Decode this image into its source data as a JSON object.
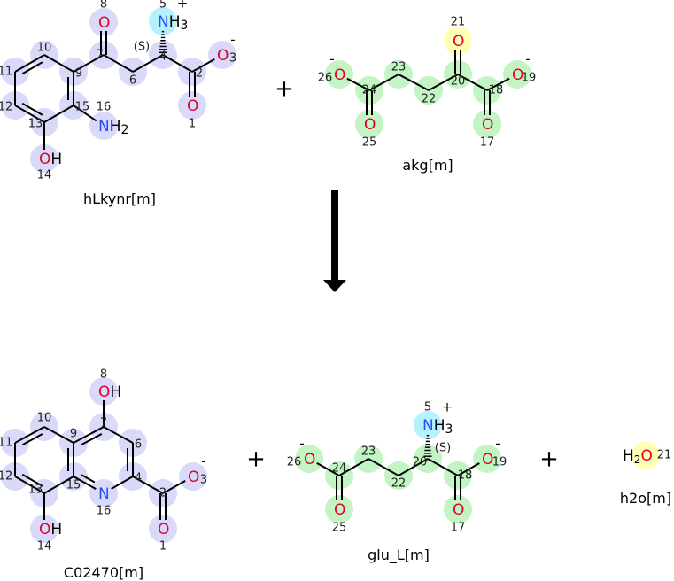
{
  "reaction": {
    "plus_sign": "+",
    "colors": {
      "carbon_highlight": "#d2d2f8",
      "acid_highlight": "#b8f2b8",
      "nitrogen_highlight": "#a8f0ff",
      "oxygen_highlight": "#ffffa8",
      "oxygen": "#e0002a",
      "nitrogen": "#2050ff"
    },
    "reactants": [
      {
        "name": "hLkynr[m]",
        "atoms": [
          {
            "n": "1",
            "el": "O"
          },
          {
            "n": "2",
            "el": ""
          },
          {
            "n": "3",
            "el": "O",
            "charge": "-"
          },
          {
            "n": "4",
            "el": "",
            "stereo": "(S)"
          },
          {
            "n": "5",
            "el": "N",
            "h": "H",
            "hc": "3",
            "charge": "+"
          },
          {
            "n": "6",
            "el": ""
          },
          {
            "n": "7",
            "el": ""
          },
          {
            "n": "8",
            "el": "O"
          },
          {
            "n": "9",
            "el": ""
          },
          {
            "n": "10",
            "el": ""
          },
          {
            "n": "11",
            "el": ""
          },
          {
            "n": "12",
            "el": ""
          },
          {
            "n": "13",
            "el": ""
          },
          {
            "n": "14",
            "el": "O",
            "h": "H"
          },
          {
            "n": "15",
            "el": ""
          },
          {
            "n": "16",
            "el": "N",
            "h": "H",
            "hc": "2"
          }
        ]
      },
      {
        "name": "akg[m]",
        "atoms": [
          {
            "n": "17",
            "el": "O"
          },
          {
            "n": "18",
            "el": ""
          },
          {
            "n": "19",
            "el": "O",
            "charge": "-"
          },
          {
            "n": "20",
            "el": ""
          },
          {
            "n": "21",
            "el": "O"
          },
          {
            "n": "22",
            "el": ""
          },
          {
            "n": "23",
            "el": ""
          },
          {
            "n": "24",
            "el": ""
          },
          {
            "n": "25",
            "el": "O"
          },
          {
            "n": "26",
            "el": "O",
            "charge": "-"
          }
        ]
      }
    ],
    "products": [
      {
        "name": "C02470[m]",
        "atoms": [
          {
            "n": "1",
            "el": "O"
          },
          {
            "n": "2",
            "el": ""
          },
          {
            "n": "3",
            "el": "O",
            "charge": "-"
          },
          {
            "n": "4",
            "el": ""
          },
          {
            "n": "6",
            "el": ""
          },
          {
            "n": "7",
            "el": ""
          },
          {
            "n": "8",
            "el": "O",
            "h": "H"
          },
          {
            "n": "9",
            "el": ""
          },
          {
            "n": "10",
            "el": ""
          },
          {
            "n": "11",
            "el": ""
          },
          {
            "n": "12",
            "el": ""
          },
          {
            "n": "13",
            "el": ""
          },
          {
            "n": "14",
            "el": "O",
            "h": "H"
          },
          {
            "n": "15",
            "el": ""
          },
          {
            "n": "16",
            "el": "N"
          }
        ]
      },
      {
        "name": "glu_L[m]",
        "atoms": [
          {
            "n": "5",
            "el": "N",
            "h": "H",
            "hc": "3",
            "charge": "+"
          },
          {
            "n": "17",
            "el": "O"
          },
          {
            "n": "18",
            "el": ""
          },
          {
            "n": "19",
            "el": "O",
            "charge": "-"
          },
          {
            "n": "20",
            "el": "",
            "stereo": "(S)"
          },
          {
            "n": "22",
            "el": ""
          },
          {
            "n": "23",
            "el": ""
          },
          {
            "n": "24",
            "el": ""
          },
          {
            "n": "25",
            "el": "O"
          },
          {
            "n": "26",
            "el": "O",
            "charge": "-"
          }
        ]
      },
      {
        "name": "h2o[m]",
        "atoms": [
          {
            "n": "21",
            "el": "O",
            "pre": "H",
            "prec": "2"
          }
        ]
      }
    ]
  }
}
